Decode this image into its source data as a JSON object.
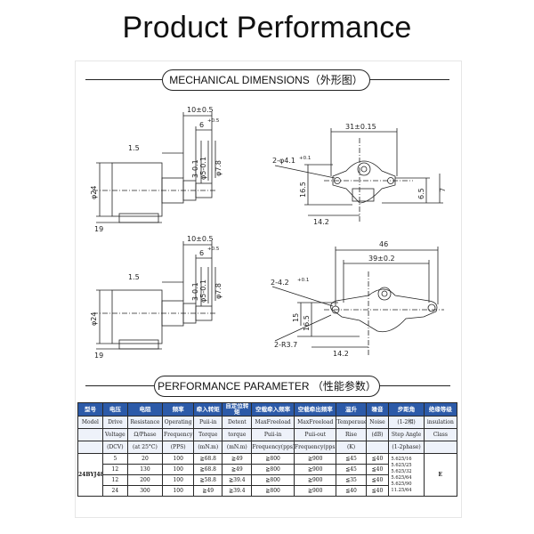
{
  "header": {
    "title": "Product Performance"
  },
  "sections": {
    "mechanical": "MECHANICAL DIMENSIONS（外形图）",
    "performance": "PERFORMANCE PARAMETER （性能参数）"
  },
  "drawing_top": {
    "dim_len": "10±0.5",
    "dim_6": "6",
    "tol_6": "+0.5",
    "dim_15": "1.5",
    "dim_3": "3-0.1",
    "dim_5": "φ5-0.1",
    "dim_78": "φ7.8",
    "dim_24": "φ24",
    "dim_19": "19",
    "dim_31": "31±0.15",
    "dim_hole": "2-φ4.1",
    "tol_hole": "+0.1",
    "dim_165": "16.5",
    "dim_65": "6.5",
    "dim_7": "7",
    "dim_142": "14.2"
  },
  "drawing_bottom": {
    "dim_len": "10±0.5",
    "dim_6": "6",
    "tol_6": "+0.5",
    "dim_15": "1.5",
    "dim_3": "3-0.1",
    "dim_5": "φ5-0.1",
    "dim_78": "φ7.8",
    "dim_24": "φ24",
    "dim_19": "19",
    "dim_46": "46",
    "dim_39": "39±0.2",
    "dim_hole": "2-4.2",
    "tol_hole": "+0.1",
    "dim_15b": "15",
    "dim_165": "16.5",
    "dim_r": "2-R3.7",
    "dim_142": "14.2"
  },
  "table": {
    "headers_cn": [
      "型号",
      "电压",
      "电阻",
      "频率",
      "牵入转矩",
      "自定位转矩",
      "空载牵入频率",
      "空载牵出频率",
      "温升",
      "噪音",
      "步距角",
      "绝缘等级"
    ],
    "headers_en1": [
      "Model",
      "Drive",
      "Resistance",
      "Operating",
      "Puii-in",
      "Detent",
      "MaxFreeload",
      "MaxFreeload",
      "Temperaue",
      "Noise",
      "(1-2相)",
      "insulation"
    ],
    "headers_en2": [
      "",
      "Voltage",
      "Ω/Phase",
      "Frequency",
      "Torque",
      "torque",
      "Puii-in",
      "Puii-out",
      "Rise",
      "(dB)",
      "Step Angle",
      "Class"
    ],
    "headers_en3": [
      "",
      "(DCV)",
      "(at 25°C)",
      "(PPS)",
      "(mN.m)",
      "(mN.m)",
      "Frequency(pps)",
      "Frequency(pps)",
      "(K)",
      "",
      "(1-2phase)",
      ""
    ],
    "model": "24BYJ48",
    "insulation": "E",
    "angles": [
      "5.625/16",
      "5.625/25",
      "5.625/32",
      "5.625/64",
      "5.625/90",
      "11.25/64"
    ],
    "rows": [
      [
        "5",
        "20",
        "100",
        "≧68.8",
        "≧49",
        "≧800",
        "≧900",
        "≦45",
        "≦40"
      ],
      [
        "12",
        "130",
        "100",
        "≧68.8",
        "≧49",
        "≧800",
        "≧900",
        "≦45",
        "≦40"
      ],
      [
        "12",
        "200",
        "100",
        "≧58.8",
        "≧39.4",
        "≧800",
        "≧900",
        "≦35",
        "≦40"
      ],
      [
        "24",
        "300",
        "100",
        "≧49",
        "≧39.4",
        "≧800",
        "≧900",
        "≦40",
        "≦40"
      ]
    ]
  }
}
